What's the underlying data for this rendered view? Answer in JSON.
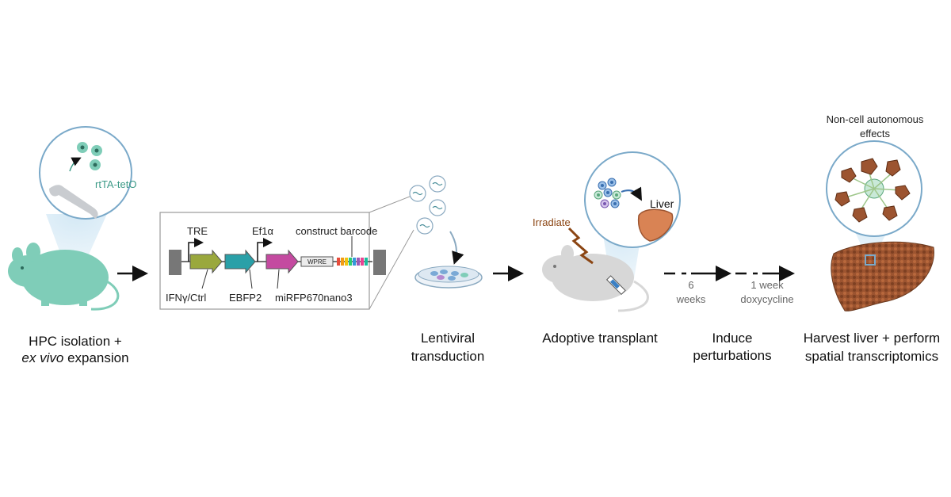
{
  "steps": {
    "hpc": {
      "line1": "HPC isolation +",
      "line2_italic": "ex vivo",
      "line2_rest": " expansion"
    },
    "lenti": {
      "line1": "Lentiviral",
      "line2": "transduction"
    },
    "transplant": {
      "line1": "Adoptive transplant"
    },
    "induce": {
      "line1": "Induce",
      "line2": "perturbations"
    },
    "harvest": {
      "line1": "Harvest liver + perform",
      "line2": "spatial transcriptomics"
    }
  },
  "labels": {
    "rtta": "rtTA-tetO",
    "irradiate": "Irradiate",
    "liver": "Liver",
    "non_cell_1": "Non-cell autonomous",
    "non_cell_2": "effects"
  },
  "construct": {
    "tre": "TRE",
    "ef1a": "Ef1α",
    "barcode": "construct barcode",
    "ifn": "IFNγ/Ctrl",
    "ebfp2": "EBFP2",
    "mirfp": "miRFP670nano3",
    "wpre": "WPRE"
  },
  "timeline": {
    "dur1_a": "6",
    "dur1_b": "weeks",
    "dur2_a": "1 week",
    "dur2_b": "doxycycline"
  },
  "colors": {
    "mouse_teal": "#7fcdb8",
    "mouse_grey": "#d7d7d7",
    "lens_border": "#7aa9c9",
    "lens_beam": "#cfe6f4",
    "liver_brown": "#9c5430",
    "irradiate_brown": "#8b4513",
    "ifn_gene": "#9aa83d",
    "ebfp2_gene": "#2aa0a8",
    "mirfp_gene": "#c44aa0",
    "rtta_text": "#3c9a87"
  }
}
